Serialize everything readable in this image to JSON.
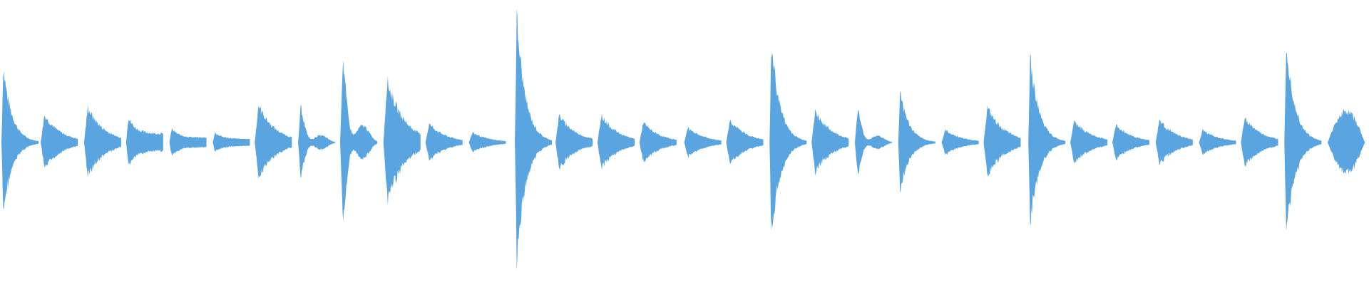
{
  "waveform": {
    "color": "#5aa5e0",
    "background": "#ffffff",
    "max_amplitude": 1.0,
    "events": [
      {
        "time": 0.0,
        "peak": 0.6,
        "shape": "attack"
      },
      {
        "time": 0.029,
        "peak": 0.22,
        "shape": "swell"
      },
      {
        "time": 0.061,
        "peak": 0.28,
        "shape": "swell"
      },
      {
        "time": 0.092,
        "peak": 0.2,
        "shape": "ring"
      },
      {
        "time": 0.124,
        "peak": 0.11,
        "shape": "ring"
      },
      {
        "time": 0.156,
        "peak": 0.08,
        "shape": "ring"
      },
      {
        "time": 0.187,
        "peak": 0.3,
        "shape": "swell"
      },
      {
        "time": 0.219,
        "peak": 0.32,
        "shape": "spike"
      },
      {
        "time": 0.25,
        "peak": 0.75,
        "shape": "spike"
      },
      {
        "time": 0.282,
        "peak": 0.5,
        "shape": "swell"
      },
      {
        "time": 0.313,
        "peak": 0.15,
        "shape": "swell"
      },
      {
        "time": 0.345,
        "peak": 0.08,
        "shape": "swell"
      },
      {
        "time": 0.379,
        "peak": 1.0,
        "shape": "attack"
      },
      {
        "time": 0.409,
        "peak": 0.22,
        "shape": "swell"
      },
      {
        "time": 0.44,
        "peak": 0.22,
        "shape": "swell"
      },
      {
        "time": 0.471,
        "peak": 0.16,
        "shape": "swell"
      },
      {
        "time": 0.504,
        "peak": 0.12,
        "shape": "swell"
      },
      {
        "time": 0.535,
        "peak": 0.18,
        "shape": "swell"
      },
      {
        "time": 0.567,
        "peak": 0.8,
        "shape": "attack"
      },
      {
        "time": 0.598,
        "peak": 0.25,
        "shape": "swell"
      },
      {
        "time": 0.63,
        "peak": 0.3,
        "shape": "spike"
      },
      {
        "time": 0.662,
        "peak": 0.42,
        "shape": "attack"
      },
      {
        "time": 0.694,
        "peak": 0.1,
        "shape": "swell"
      },
      {
        "time": 0.725,
        "peak": 0.28,
        "shape": "swell"
      },
      {
        "time": 0.758,
        "peak": 0.7,
        "shape": "attack"
      },
      {
        "time": 0.789,
        "peak": 0.18,
        "shape": "swell"
      },
      {
        "time": 0.82,
        "peak": 0.14,
        "shape": "swell"
      },
      {
        "time": 0.852,
        "peak": 0.18,
        "shape": "swell"
      },
      {
        "time": 0.884,
        "peak": 0.1,
        "shape": "swell"
      },
      {
        "time": 0.915,
        "peak": 0.2,
        "shape": "swell"
      },
      {
        "time": 0.947,
        "peak": 0.82,
        "shape": "attack"
      },
      {
        "time": 0.979,
        "peak": 0.25,
        "shape": "blob"
      }
    ]
  }
}
